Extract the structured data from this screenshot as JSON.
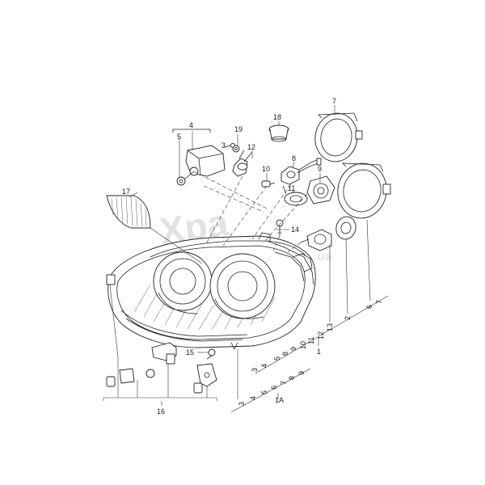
{
  "watermark": {
    "main": "Xpa",
    "sub": "ua"
  },
  "callouts": [
    {
      "key": "c1",
      "text": "1"
    },
    {
      "key": "c1a",
      "text": "1A"
    },
    {
      "key": "c2",
      "text": "2"
    },
    {
      "key": "c4top",
      "text": "4"
    },
    {
      "key": "c5top",
      "text": "5"
    },
    {
      "key": "c6",
      "text": "6"
    },
    {
      "key": "c7top",
      "text": "7"
    },
    {
      "key": "c7",
      "text": "7"
    },
    {
      "key": "c8",
      "text": "8"
    },
    {
      "key": "c9",
      "text": "9"
    },
    {
      "key": "c10",
      "text": "10"
    },
    {
      "key": "c11",
      "text": "11"
    },
    {
      "key": "c12",
      "text": "12"
    },
    {
      "key": "c13",
      "text": "13"
    },
    {
      "key": "c14",
      "text": "14"
    },
    {
      "key": "c15",
      "text": "15"
    },
    {
      "key": "c16",
      "text": "16"
    },
    {
      "key": "c17",
      "text": "17"
    },
    {
      "key": "c18",
      "text": "18"
    },
    {
      "key": "c19",
      "text": "19"
    },
    {
      "key": "g1_3",
      "text": "3"
    },
    {
      "key": "g1_4",
      "text": "4"
    },
    {
      "key": "g1_5",
      "text": "5"
    },
    {
      "key": "g1_8",
      "text": "8"
    },
    {
      "key": "g1_9",
      "text": "9"
    },
    {
      "key": "g1_10",
      "text": "10"
    },
    {
      "key": "g1_11",
      "text": "11"
    },
    {
      "key": "g1_12",
      "text": "12"
    },
    {
      "key": "g2_3",
      "text": "3"
    },
    {
      "key": "g2_4",
      "text": "4"
    },
    {
      "key": "g2_5",
      "text": "5"
    },
    {
      "key": "g2_6",
      "text": "6"
    },
    {
      "key": "g2_7",
      "text": "7"
    },
    {
      "key": "g2_8",
      "text": "8"
    },
    {
      "key": "g2_9",
      "text": "9"
    }
  ]
}
